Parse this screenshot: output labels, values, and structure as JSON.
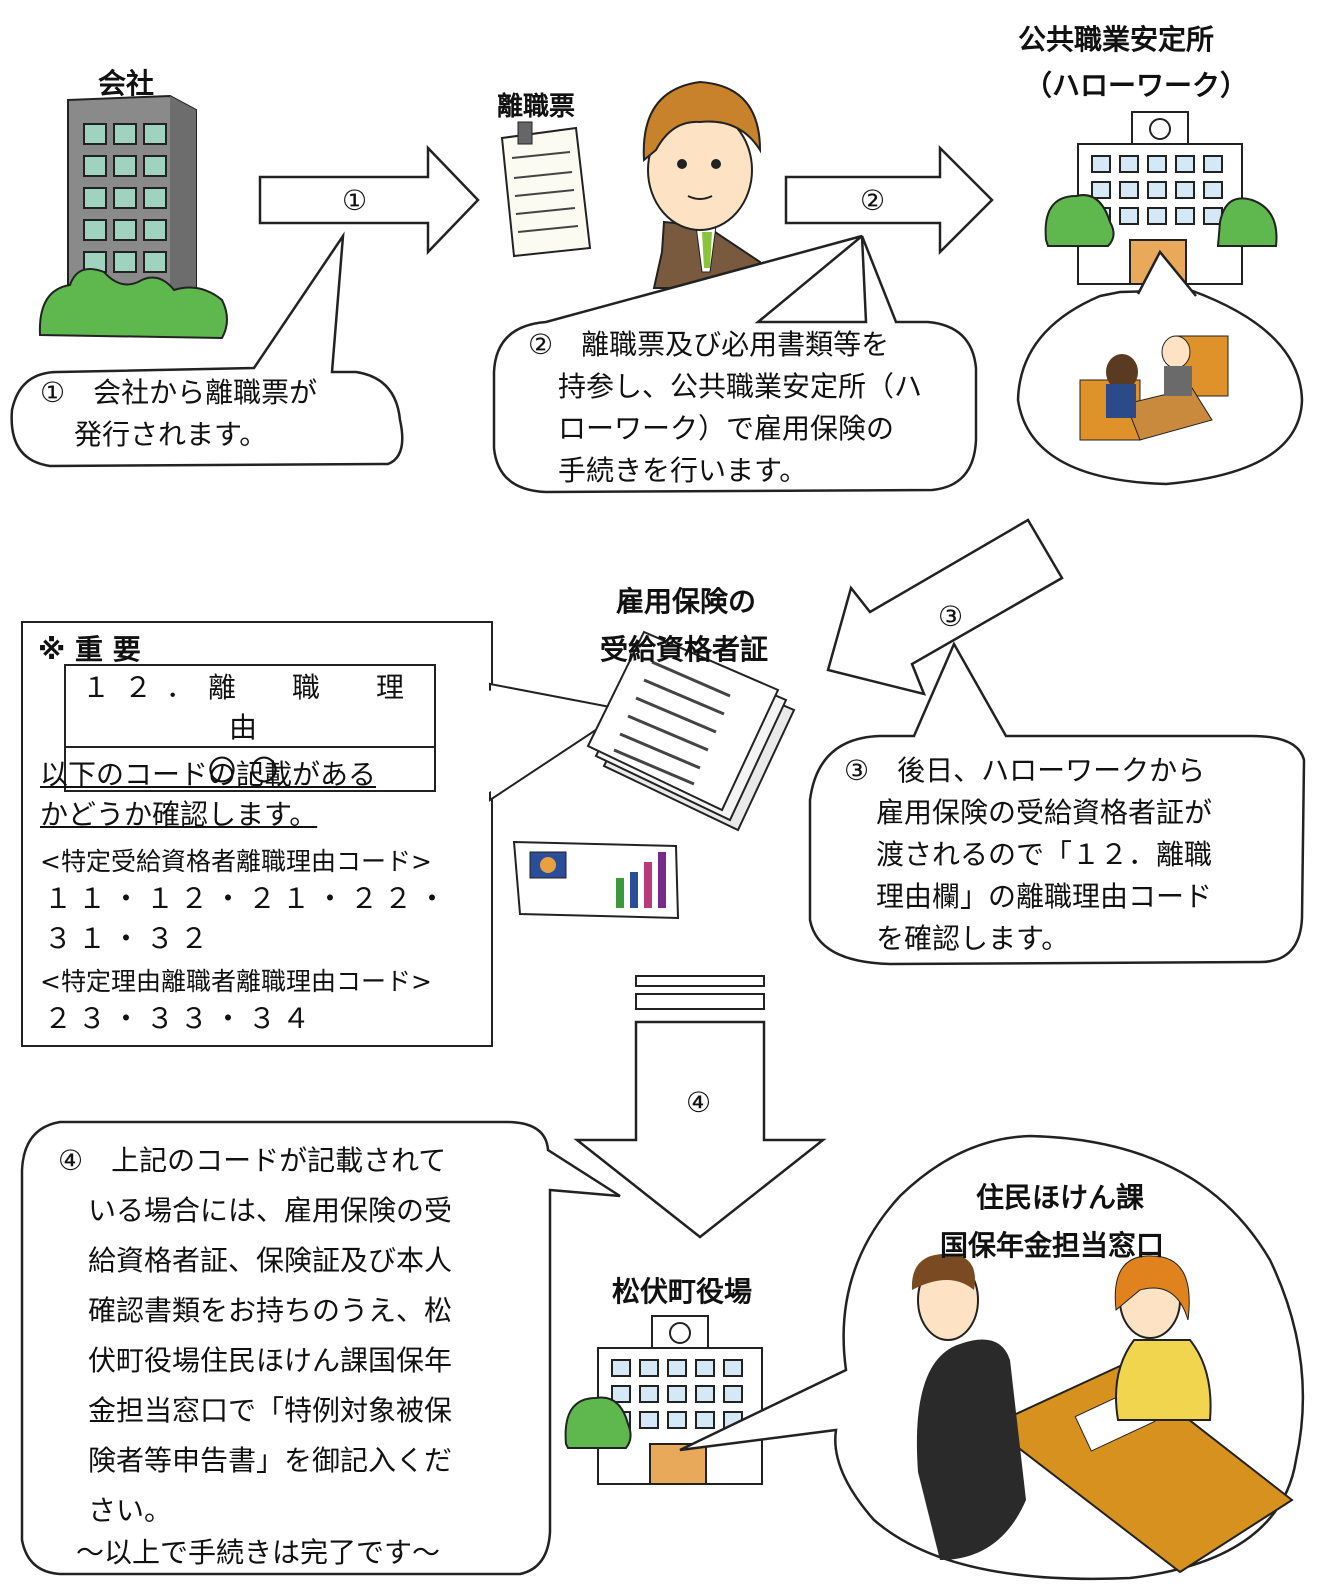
{
  "titles": {
    "company": "会社",
    "rishokuhyo": "離職票",
    "hellowork_line1": "公共職業安定所",
    "hellowork_line2": "（ハローワーク）",
    "certificate_line1": "雇用保険の",
    "certificate_line2": "受給資格者証",
    "townhall": "松伏町役場",
    "counter_line1": "住民ほけん課",
    "counter_line2": "国保年金担当窓口"
  },
  "arrows": {
    "step1": "①",
    "step2": "②",
    "step3": "③",
    "step4": "④"
  },
  "bubbles": {
    "b1": [
      "①　会社から離職票が",
      "発行されます。"
    ],
    "b2": [
      "②　離職票及び必用書類等を",
      "持参し、公共職業安定所（ハ",
      "ローワーク）で雇用保険の",
      "手続きを行います。"
    ],
    "b3": [
      "③　後日、ハローワークから",
      "雇用保険の受給資格者証が",
      "渡されるので「１２．離職",
      "理由欄」の離職理由コード",
      "を確認します。"
    ],
    "b4": [
      "④　上記のコードが記載されて",
      "いる場合には、雇用保険の受",
      "給資格者証、保険証及び本人",
      "確認書類をお持ちのうえ、松",
      "伏町役場住民ほけん課国保年",
      "金担当窓口で「特例対象被保",
      "険者等申告書」を御記入くだ",
      "さい。",
      "～以上で手続きは完了です～"
    ]
  },
  "important": {
    "heading": "※ 重 要",
    "table_header": "１２．離　職　理　由",
    "table_value": "〇〇",
    "underline1": "以下のコードの記載がある",
    "underline2": "かどうか確認します。",
    "label1": "<特定受給資格者離職理由コード>",
    "codes1a": "１１・１２・２１・２２・",
    "codes1b": "３１・３２",
    "label2": "<特定理由離職者離職理由コード>",
    "codes2": "２３・３３・３４"
  }
}
